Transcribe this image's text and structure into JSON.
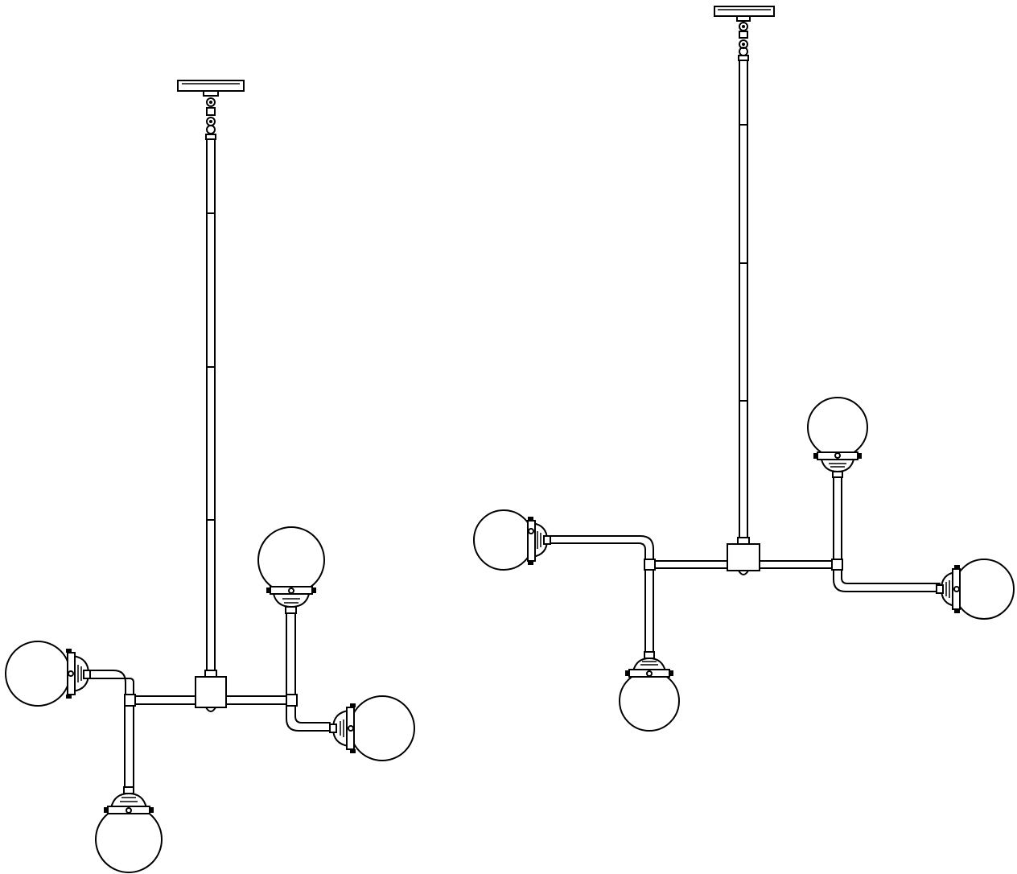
{
  "drawing": {
    "background": "#ffffff",
    "stroke_color": "#000000",
    "views": [
      {
        "name": "fixture-view-left",
        "globes": 4,
        "arms": 4
      },
      {
        "name": "fixture-view-right",
        "globes": 4,
        "arms": 4
      }
    ]
  }
}
